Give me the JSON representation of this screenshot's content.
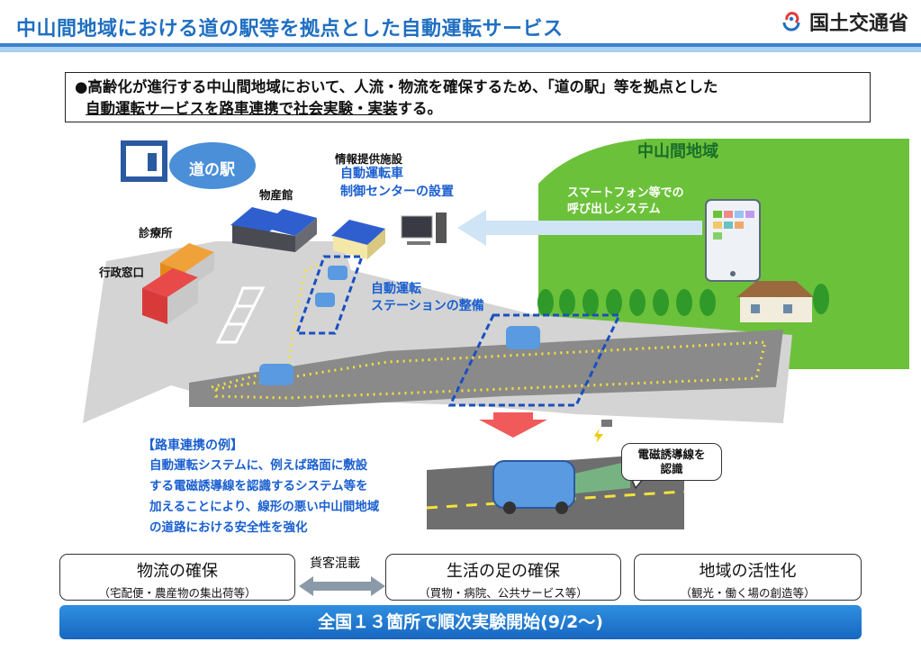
{
  "header": {
    "title": "中山間地域における道の駅等を拠点とした自動運転サービス",
    "ministry": "国土交通省"
  },
  "lead": {
    "bullet": "●",
    "line1": "高齢化が進行する中山間地域において、人流・物流を確保するため、「道の駅」等を拠点とした",
    "line2_underlined_1": "自動運転サービスを路車連携で社会実験・実装",
    "line2_plain": "する。"
  },
  "scene": {
    "michinoeki": "道の駅",
    "products_hall": "物産館",
    "clinic": "診療所",
    "admin_office": "行政窓口",
    "info_facility": "情報提供施設",
    "control_center": [
      "自動運転車",
      "制御センターの設置"
    ],
    "station": [
      "自動運転",
      "ステーションの整備"
    ],
    "region": "中山間地域",
    "smartphone": [
      "スマートフォン等での",
      "呼び出しシステム"
    ]
  },
  "example": {
    "heading": "【路車連携の例】",
    "lines": [
      "自動運転システムに、例えば路面に敷設",
      "する電磁誘導線を認識するシステム等を",
      "加えることにより、線形の悪い中山間地域",
      "の道路における安全性を強化"
    ]
  },
  "callout": [
    "電磁誘導線を",
    "認識"
  ],
  "outcomes": {
    "mixed_label": "貨客混載",
    "items": [
      {
        "title": "物流の確保",
        "sub": "（宅配便・農産物の集出荷等）"
      },
      {
        "title": "生活の足の確保",
        "sub": "（買物・病院、公共サービス等）"
      },
      {
        "title": "地域の活性化",
        "sub": "（観光・働く場の創造等）"
      }
    ]
  },
  "banner": "全国１３箇所で順次実験開始(9/2～)",
  "colors": {
    "title_blue": "#1f6fc1",
    "label_blue": "#1a5fd0",
    "region_green": "#6cc13a",
    "banner_blue": "#1767c0"
  }
}
